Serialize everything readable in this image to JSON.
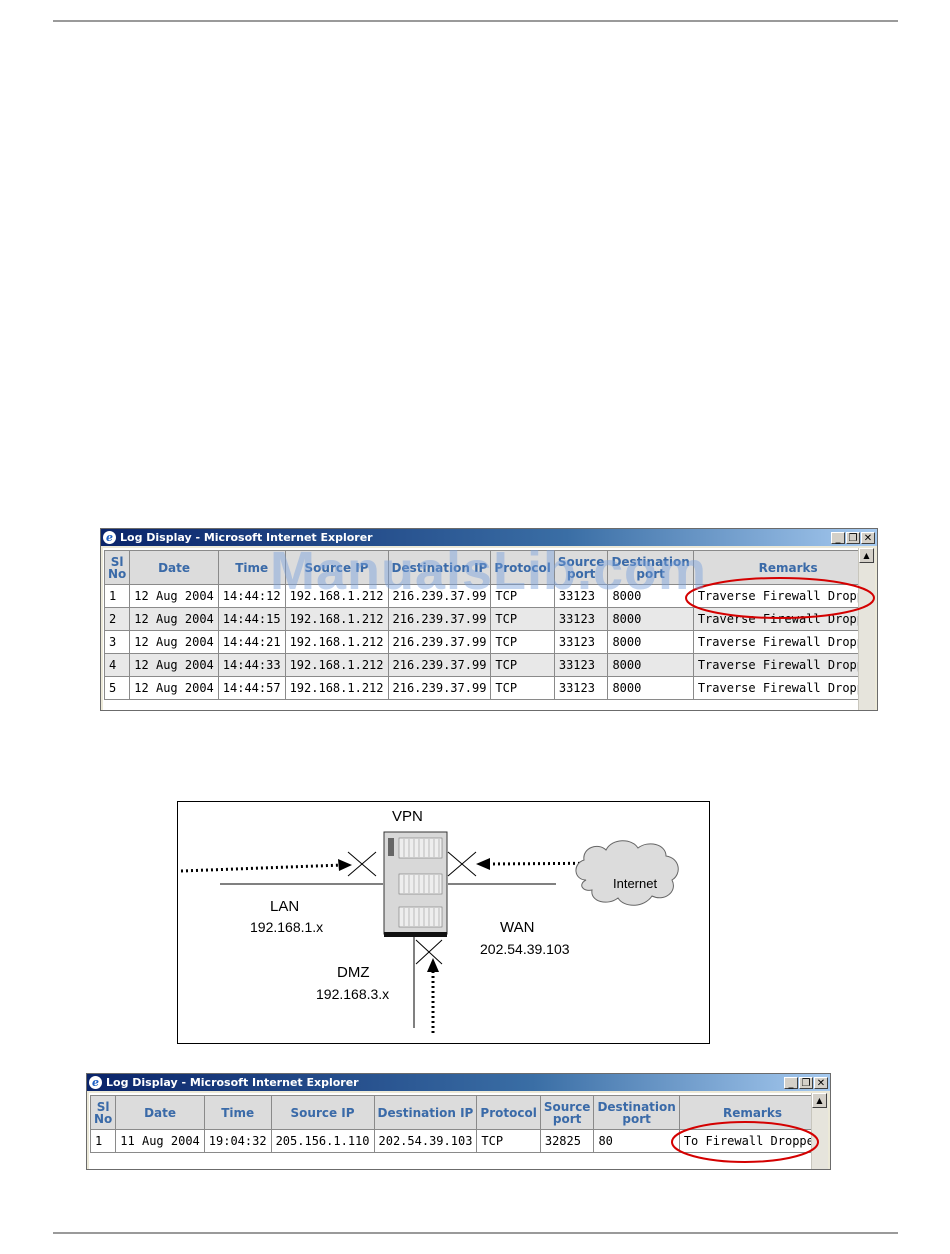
{
  "watermark": "ManualsLib.com",
  "window1": {
    "title": "Log Display - Microsoft Internet Explorer",
    "buttons": {
      "minimize": "_",
      "restore": "❐",
      "close": "✕"
    },
    "headers": [
      "Sl No",
      "Date",
      "Time",
      "Source IP",
      "Destination IP",
      "Protocol",
      "Source port",
      "Destination port",
      "Remarks"
    ],
    "rows": [
      [
        "1",
        "12 Aug 2004",
        "14:44:12",
        "192.168.1.212",
        "216.239.37.99",
        "TCP",
        "33123",
        "8000",
        "Traverse Firewall Dropped"
      ],
      [
        "2",
        "12 Aug 2004",
        "14:44:15",
        "192.168.1.212",
        "216.239.37.99",
        "TCP",
        "33123",
        "8000",
        "Traverse Firewall Dropped"
      ],
      [
        "3",
        "12 Aug 2004",
        "14:44:21",
        "192.168.1.212",
        "216.239.37.99",
        "TCP",
        "33123",
        "8000",
        "Traverse Firewall Dropped"
      ],
      [
        "4",
        "12 Aug 2004",
        "14:44:33",
        "192.168.1.212",
        "216.239.37.99",
        "TCP",
        "33123",
        "8000",
        "Traverse Firewall Dropped"
      ],
      [
        "5",
        "12 Aug 2004",
        "14:44:57",
        "192.168.1.212",
        "216.239.37.99",
        "TCP",
        "33123",
        "8000",
        "Traverse Firewall Dropped"
      ]
    ],
    "highlight_color": "#d40000"
  },
  "diagram": {
    "vpn": "VPN",
    "lan": "LAN",
    "lan_ip": "192.168.1.x",
    "wan": "WAN",
    "wan_ip": "202.54.39.103",
    "dmz": "DMZ",
    "dmz_ip": "192.168.3.x",
    "internet": "Internet"
  },
  "window2": {
    "title": "Log Display - Microsoft Internet Explorer",
    "buttons": {
      "minimize": "_",
      "restore": "❐",
      "close": "✕"
    },
    "headers": [
      "Sl No",
      "Date",
      "Time",
      "Source IP",
      "Destination IP",
      "Protocol",
      "Source port",
      "Destination port",
      "Remarks"
    ],
    "rows": [
      [
        "1",
        "11 Aug 2004",
        "19:04:32",
        "205.156.1.110",
        "202.54.39.103",
        "TCP",
        "32825",
        "80",
        "To Firewall Dropped"
      ]
    ],
    "highlight_color": "#d40000"
  }
}
